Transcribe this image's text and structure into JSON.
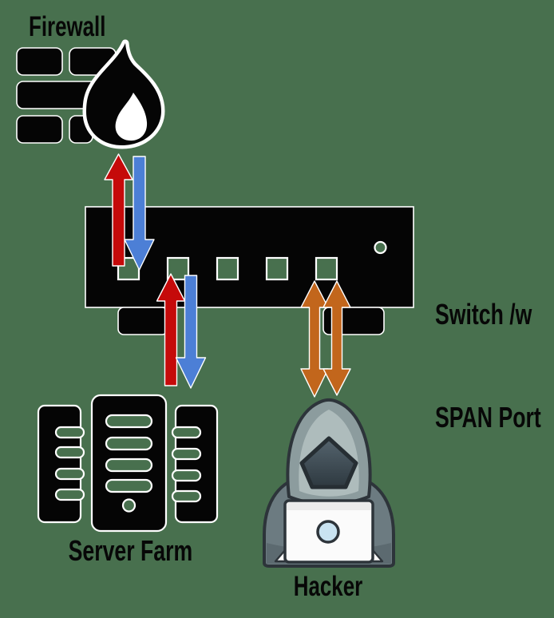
{
  "colors": {
    "background": "#48704e",
    "black": "#050505",
    "white": "#ffffff",
    "red": "#c50a0a",
    "blue": "#4c7fd6",
    "orange": "#c2661c",
    "hood_outer": "#8c9c9e",
    "hood_inner": "#aebcbc",
    "face_top": "#55646e",
    "face_bottom": "#2e3940",
    "hacker_body": "#6c7b81",
    "hacker_body_dark": "#5c6a70",
    "icon_outline": "#2d343a",
    "laptop": "#fbfbfb",
    "laptop_strip": "#ebebeb",
    "laptop_logo": "#c9e3f1",
    "text": "#070707"
  },
  "nodes": {
    "firewall": {
      "label": "Firewall"
    },
    "switch": {
      "label_line1": "Switch /w",
      "label_line2": "SPAN Port",
      "port_count": 5
    },
    "server_farm": {
      "label": "Server Farm"
    },
    "hacker": {
      "label": "Hacker"
    }
  },
  "arrows": [
    {
      "name": "switch-to-firewall",
      "color": "red",
      "direction": "up"
    },
    {
      "name": "firewall-to-switch",
      "color": "blue",
      "direction": "down"
    },
    {
      "name": "server-farm-to-switch",
      "color": "red",
      "direction": "up"
    },
    {
      "name": "switch-to-server-farm",
      "color": "blue",
      "direction": "down"
    },
    {
      "name": "span-port-to-hacker-left",
      "color": "orange",
      "direction": "both"
    },
    {
      "name": "span-port-to-hacker-right",
      "color": "orange",
      "direction": "both"
    }
  ]
}
